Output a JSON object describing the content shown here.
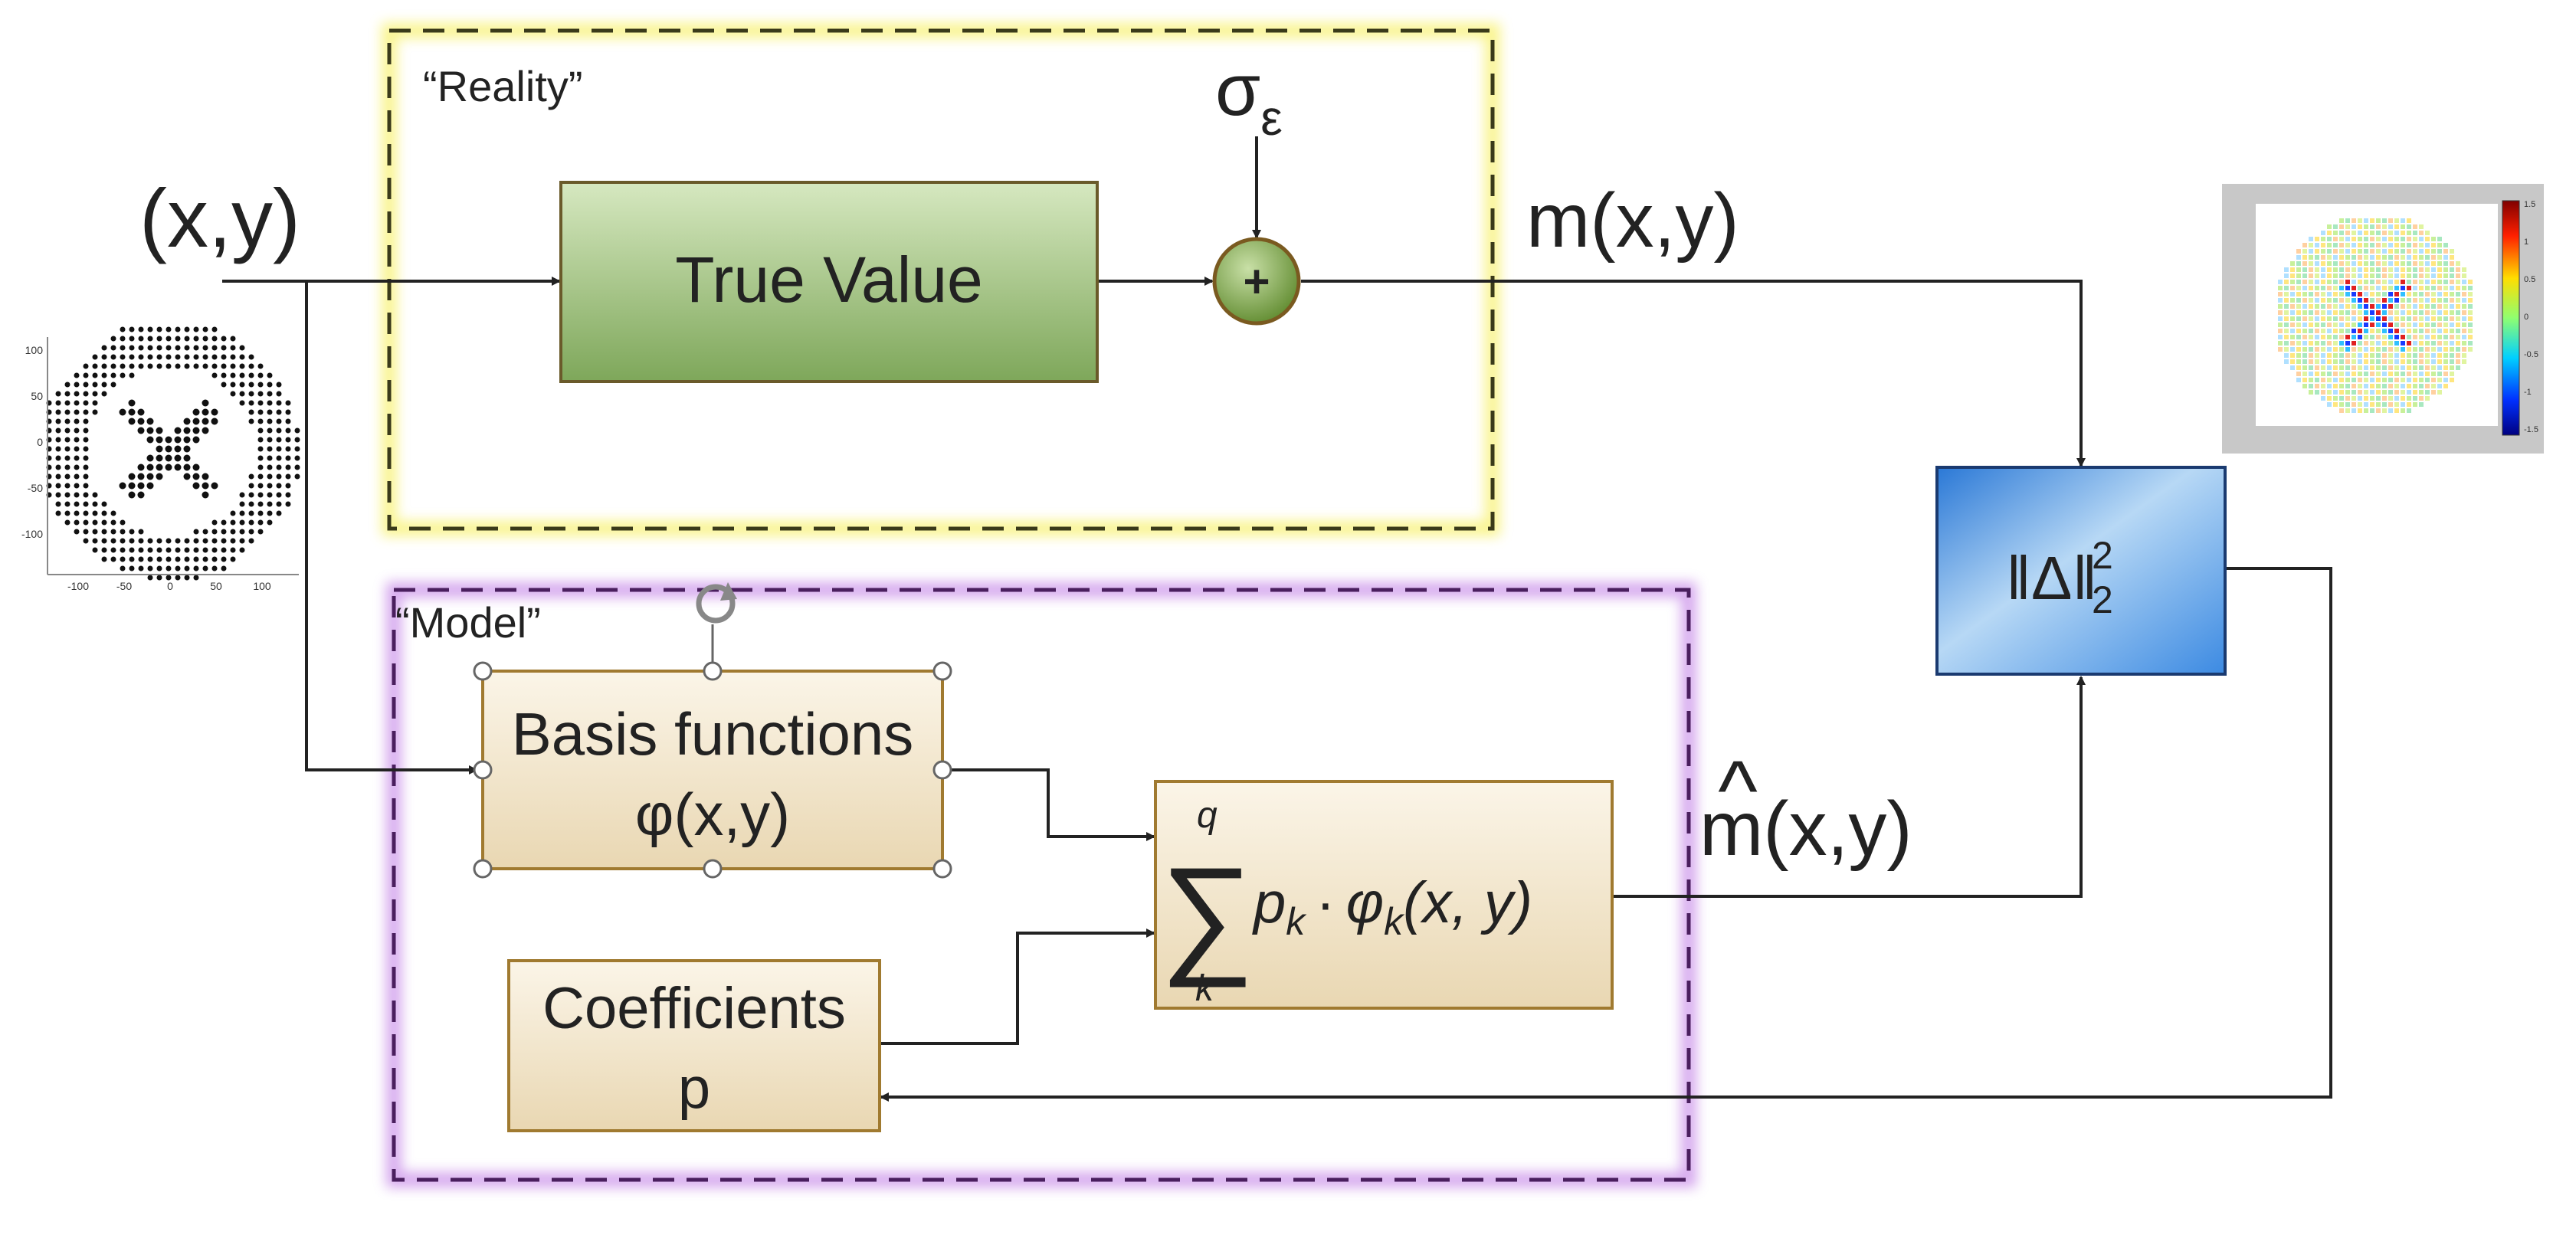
{
  "labels": {
    "input": "(x,y)",
    "reality": "“Reality”",
    "model": "“Model”",
    "sigma": "σ",
    "sigma_sub": "ε",
    "sum_sign": "+",
    "measured": "m(x,y)",
    "estimate_hat": "^",
    "estimate": "m(x,y)"
  },
  "blocks": {
    "true_value": "True Value",
    "basis_line1": "Basis functions",
    "basis_line2": "φ(x,y)",
    "coeff_line1": "Coefficients",
    "coeff_line2": "p",
    "norm": "‖Δ‖",
    "norm_sup": "2",
    "norm_sub": "2"
  },
  "formula": {
    "sigma_symbol": "∑",
    "upper": "q",
    "lower": "k",
    "body": "p",
    "body_sub": "k",
    "dot": "·",
    "phi": "φ",
    "phi_sub": "k",
    "args": "(x, y)"
  },
  "colormap_ticks": [
    "1.5",
    "1",
    "0.5",
    "0",
    "-0.5",
    "-1",
    "-1.5"
  ],
  "plot_ticks": {
    "x": [
      "-100",
      "-50",
      "0",
      "50",
      "100"
    ],
    "y": [
      "100",
      "50",
      "0",
      "-50",
      "-100"
    ]
  },
  "colors": {
    "reality_frame": "#f2e93a",
    "model_frame": "#a24fd6",
    "true_value_fill": "#8db46a",
    "basis_fill": "#f2e5c9",
    "norm_fill": "#4d9de8",
    "arrow": "#222222"
  }
}
